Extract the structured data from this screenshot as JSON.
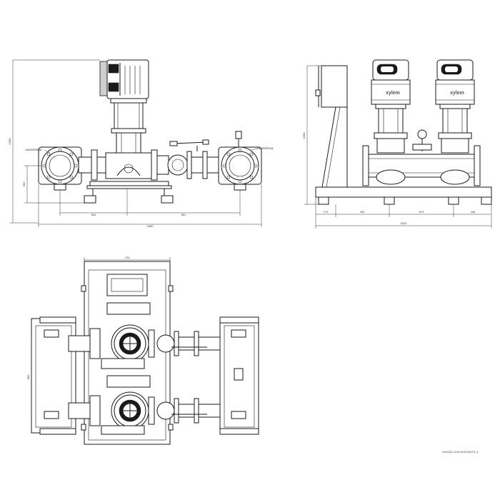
{
  "front_view": {
    "dim_height_total": "1054",
    "dim_height_pipe": "353",
    "dim_left": "561",
    "dim_right": "661",
    "dim_width_total": "1660",
    "label_left_pipe": "DN200PN16",
    "label_right_pipe": "DN200PN16"
  },
  "side_view": {
    "dim_height": "1058",
    "dim_segment_1": "175",
    "dim_segment_2": "440",
    "dim_segment_3": "570",
    "dim_segment_4": "340",
    "dim_width_total": "1520",
    "brand_left": "xylem",
    "brand_right": "xylem"
  },
  "top_view": {
    "dim_width": "730",
    "dim_height": "860"
  },
  "drawing_reference": "GHVDD-1230-001015075_4"
}
